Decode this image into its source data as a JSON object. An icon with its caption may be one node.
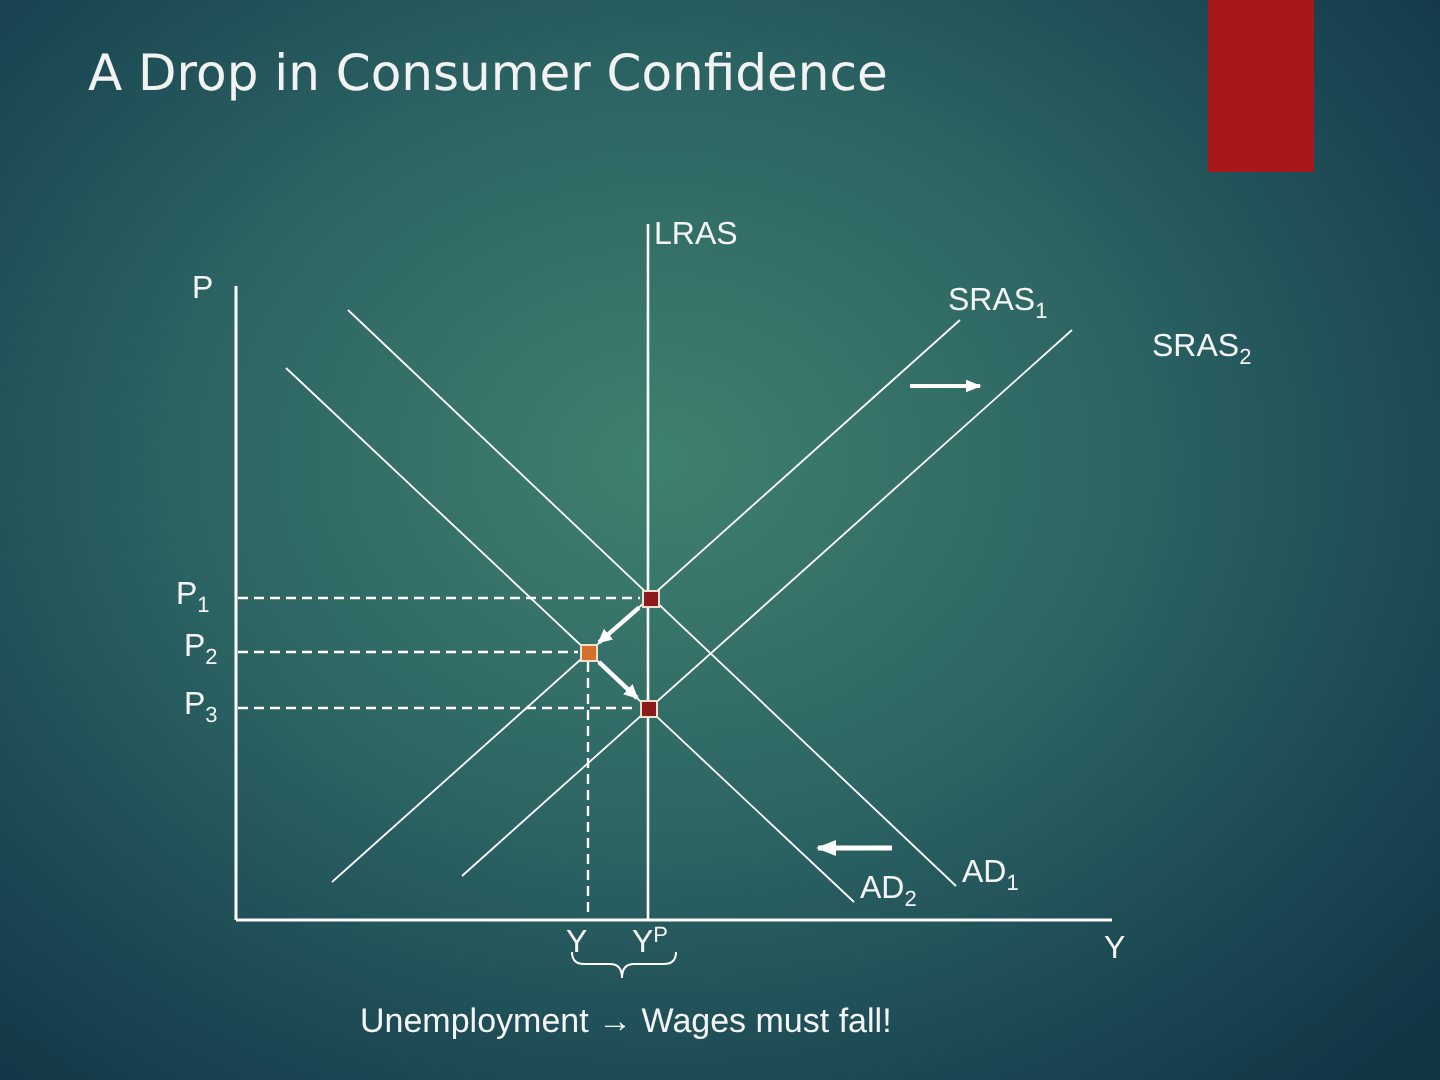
{
  "diagram": {
    "title": "A Drop in Consumer Confidence",
    "nodes": [
      {
        "text": [],
        "shape": "box"
      },
      {
        "text": [],
        "shape": "box"
      },
      {
        "text": [],
        "shape": "box"
      }
    ],
    "edges": [
      {
        "from": 0,
        "to": 1,
        "arrow": "to"
      },
      {
        "from": 1,
        "to": 2,
        "arrow": "to"
      }
    ],
    "labels": [
      "LRAS",
      "P",
      "SRAS$_{1}$",
      "SRAS$_{2}$",
      "P$_{1}$",
      "P$_{2}$",
      "P$_{3}$",
      "AD$_{2}$",
      "AD$_{1}$",
      "Y",
      "Y$^{P}$",
      "Y",
      "Unemployment → Wages must fall!"
    ]
  }
}
